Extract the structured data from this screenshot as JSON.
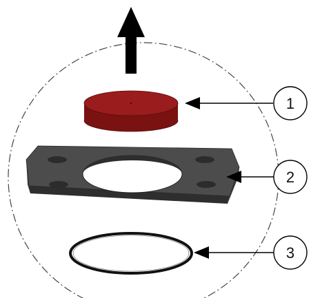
{
  "diagram": {
    "direction_indicator": "arrow-up",
    "parts": [
      {
        "callout": "1",
        "part": "red-disc",
        "color": "#8b1a1a"
      },
      {
        "callout": "2",
        "part": "mounting-plate",
        "color": "#444444"
      },
      {
        "callout": "3",
        "part": "o-ring",
        "color": "#111111"
      }
    ],
    "colors": {
      "disc_top": "#9a1c1c",
      "disc_side": "#7a1212",
      "plate_top": "#4a4a4a",
      "plate_side": "#2e2e2e",
      "oring": "#111111",
      "outline": "#222222"
    }
  }
}
